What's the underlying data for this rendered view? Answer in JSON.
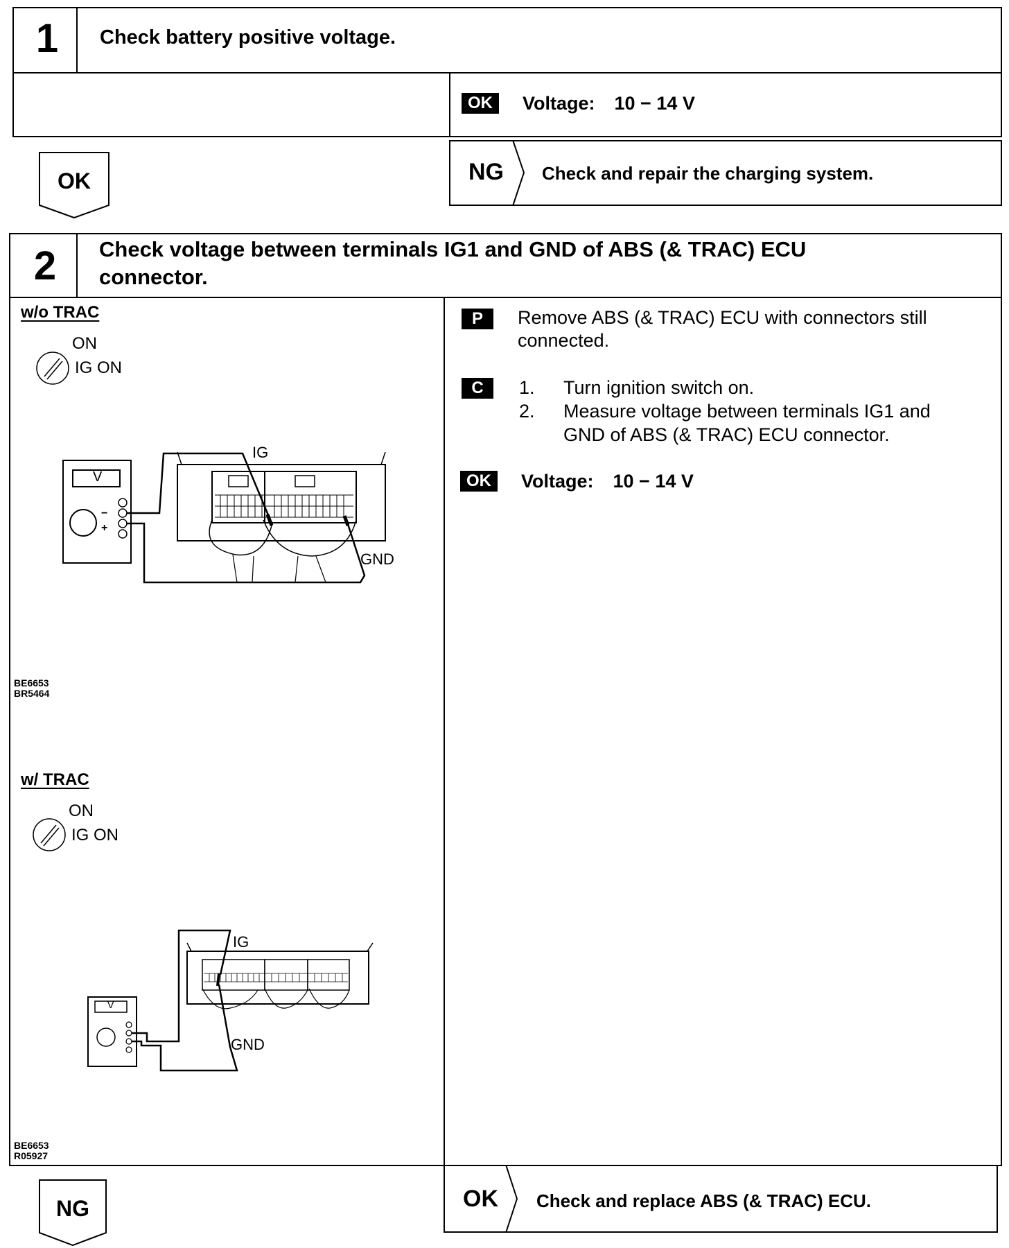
{
  "step1": {
    "number": "1",
    "title": "Check battery positive voltage.",
    "ok_badge": "OK",
    "ok_label": "Voltage:",
    "ok_value": "10 − 14 V",
    "ok_arrow": "OK",
    "ng_label": "NG",
    "ng_text": "Check and repair the charging system."
  },
  "step2": {
    "number": "2",
    "title_line1": "Check voltage between terminals IG1 and GND of ABS (& TRAC) ECU",
    "title_line2": "connector.",
    "wo_trac": {
      "heading": "w/o TRAC",
      "switch_on": "ON",
      "switch_ig": "IG ON",
      "meter_label": "V",
      "ig_label": "IG",
      "gnd_label": "GND",
      "code1": "BE6653",
      "code2": "BR5464"
    },
    "w_trac": {
      "heading": "w/ TRAC",
      "switch_on": "ON",
      "switch_ig": "IG ON",
      "meter_label": "V",
      "ig_label": "IG",
      "gnd_label": "GND",
      "code1": "BE6653",
      "code2": "R05927"
    },
    "p_badge": "P",
    "p_text_line1": "Remove ABS (& TRAC) ECU with connectors still",
    "p_text_line2": "connected.",
    "c_badge": "C",
    "c_item1_num": "1.",
    "c_item1": "Turn ignition switch on.",
    "c_item2_num": "2.",
    "c_item2_line1": "Measure voltage between terminals IG1 and",
    "c_item2_line2": "GND of ABS (& TRAC) ECU connector.",
    "ok_badge": "OK",
    "ok_label": "Voltage:",
    "ok_value": "10 − 14 V",
    "ok_label_bottom": "OK",
    "ok_text_bottom": "Check and replace ABS (& TRAC) ECU.",
    "ng_arrow": "NG"
  }
}
